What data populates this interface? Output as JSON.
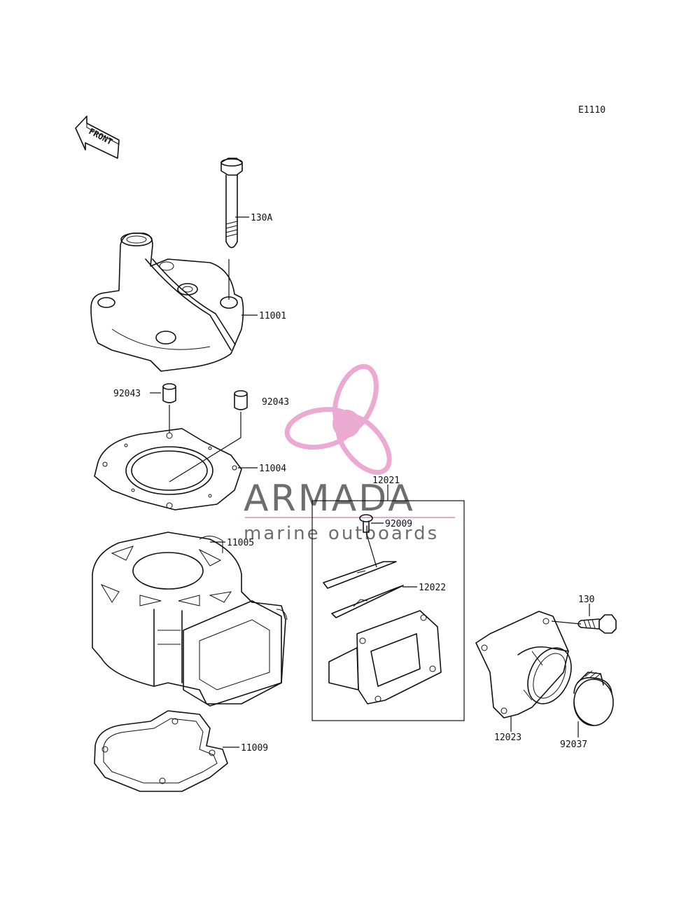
{
  "diagram_code": "E1110",
  "front_arrow_text": "FRONT",
  "watermark": {
    "brand": "ARMADA",
    "tagline": "marine outboards",
    "logo_color": "#e9a6cf",
    "text_color": "#6e6e6e"
  },
  "parts": {
    "bolt_head": "130A",
    "cylinder_head": "11001",
    "dowel_left": "92043",
    "dowel_right": "92043",
    "head_gasket": "11004",
    "cylinder": "11005",
    "base_gasket": "11009",
    "reed_valve_assy": "12021",
    "screw": "92009",
    "reed": "12022",
    "bolt": "130",
    "intake_pipe": "12023",
    "clamp": "92037"
  }
}
